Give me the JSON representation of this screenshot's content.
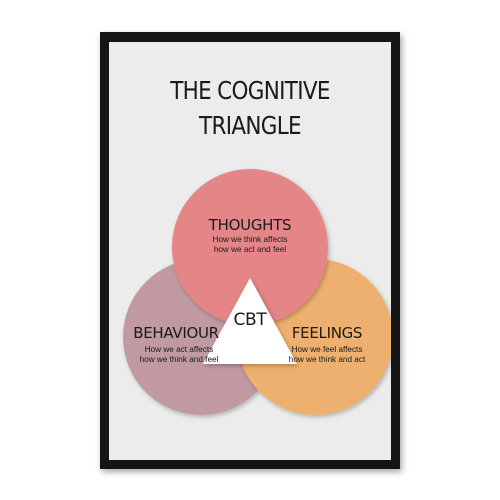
{
  "poster": {
    "title_line1": "THE COGNITIVE",
    "title_line2": "TRIANGLE"
  },
  "center": {
    "label": "CBT"
  },
  "nodes": [
    {
      "heading": "THOUGHTS",
      "desc_line1": "How we think affects",
      "desc_line2": "how we act and feel",
      "color": "#e48587"
    },
    {
      "heading": "BEHAVIOUR",
      "desc_line1": "How we act affects",
      "desc_line2": "how we think and feel",
      "color": "#c09aa0"
    },
    {
      "heading": "FEELINGS",
      "desc_line1": "How we feel affects",
      "desc_line2": "how we think and act",
      "color": "#eeb06e"
    }
  ],
  "colors": {
    "frame": "#151515",
    "poster_background": "#ececec",
    "center_triangle": "#ffffff"
  }
}
